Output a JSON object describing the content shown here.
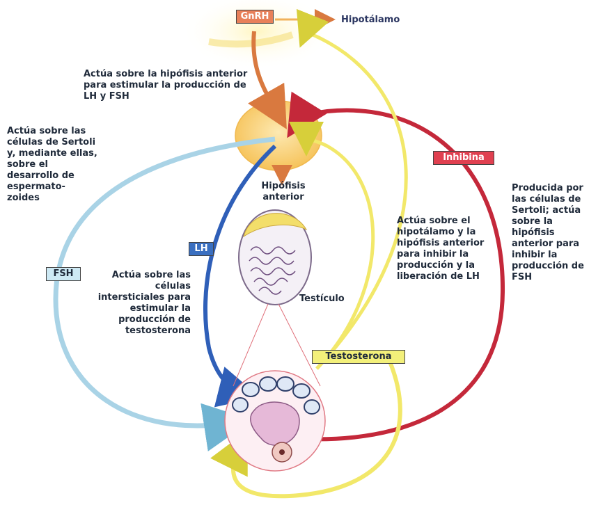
{
  "labels": {
    "gnrh": "GnRH",
    "hipotalamo": "Hipotálamo",
    "inhibina": "Inhibina",
    "lh": "LH",
    "fsh": "FSH",
    "testosterona": "Testosterona",
    "hipofisis_anterior": "Hipófisis anterior",
    "testiculo": "Testículo"
  },
  "notes": {
    "gnrh_action": "Actúa sobre la hipófisis anterior para estimular la producción de LH y FSH",
    "fsh_action": "Actúa sobre las células de Sertoli y, mediante ellas, sobre el desarrollo de espermato- zoides",
    "lh_action": "Actúa sobre las células intersticiales para estimular la producción de testosterona",
    "testosterona_action": "Actúa sobre el hipotálamo y la hipófisis anterior para inhibir la producción y la liberación de LH",
    "inhibina_action": "Producida por las células de Sertoli; actúa sobre la hipófisis anterior para inhibir la producción de FSH"
  },
  "colors": {
    "gnrh_box": "#e8805a",
    "inhibina_box": "#e04050",
    "lh_box": "#3a6fc0",
    "fsh_box": "#cde9f4",
    "testosterona_box": "#f3f07a",
    "hypothalamus_glow": "#fff3b0",
    "pituitary": "#fbd98a",
    "blue_arrow": "#2f5fb8",
    "light_blue_arrow": "#a9d3e6",
    "yellow_arrow": "#f2e86a",
    "red_arrow": "#c4283a",
    "orange_arrow": "#d9793f",
    "text": "#1f2a3a"
  }
}
